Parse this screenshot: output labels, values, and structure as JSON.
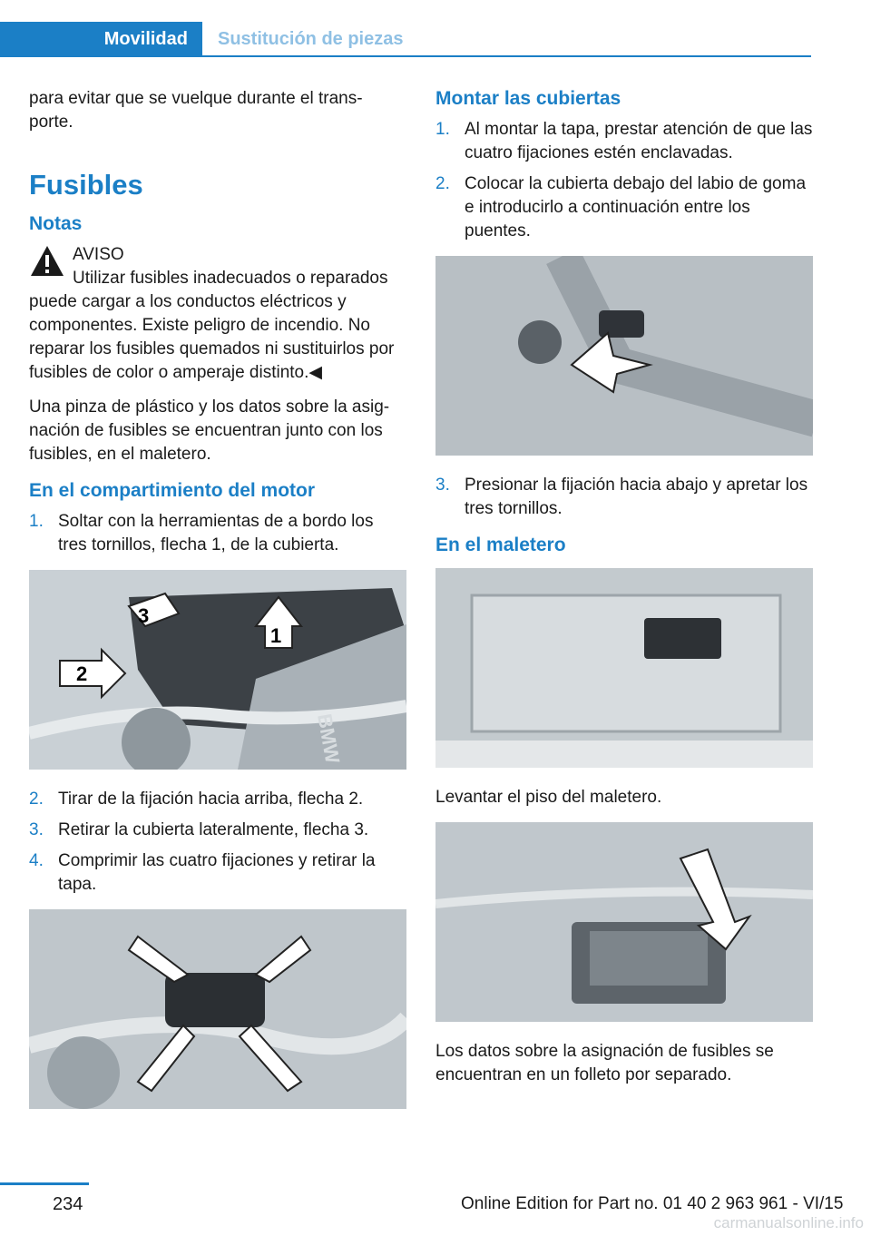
{
  "header": {
    "section": "Movilidad",
    "subsection": "Sustitución de piezas"
  },
  "left": {
    "intro": "para evitar que se vuelque durante el trans- porte.",
    "title": "Fusibles",
    "notes_heading": "Notas",
    "warning_label": "AVISO",
    "warning_text": "Utilizar fusibles inadecuados o reparados puede cargar a los conductos eléctricos y componentes. Existe peligro de incendio. No reparar los fusibles quemados ni sustituirlos por fusibles de color o amperaje distinto.◀",
    "clip_text": "Una pinza de plástico y los datos sobre la asig- nación de fusibles se encuentran junto con los fusibles, en el maletero.",
    "engine_heading": "En el compartimiento del motor",
    "steps_a": [
      {
        "n": "1.",
        "text": "Soltar con la herramientas de a bordo los tres tornillos, flecha 1, de la cubierta."
      }
    ],
    "steps_b": [
      {
        "n": "2.",
        "text": "Tirar de la fijación hacia arriba, flecha 2."
      },
      {
        "n": "3.",
        "text": "Retirar la cubierta lateralmente, flecha 3."
      },
      {
        "n": "4.",
        "text": "Comprimir las cuatro fijaciones y retirar la tapa."
      }
    ],
    "photo1_labels": [
      "3",
      "1",
      "2"
    ],
    "photo1_logo": "BMW"
  },
  "right": {
    "mount_heading": "Montar las cubiertas",
    "steps_a": [
      {
        "n": "1.",
        "text": "Al montar la tapa, prestar atención de que las cuatro fijaciones estén enclavadas."
      },
      {
        "n": "2.",
        "text": "Colocar la cubierta debajo del labio de goma e introducirlo a continuación entre los puentes."
      }
    ],
    "steps_b": [
      {
        "n": "3.",
        "text": "Presionar la fijación hacia abajo y apretar los tres tornillos."
      }
    ],
    "trunk_heading": "En el maletero",
    "lift_text": "Levantar el piso del maletero.",
    "final_text": "Los datos sobre la asignación de fusibles se encuentran en un folleto por separado."
  },
  "footer": {
    "page": "234",
    "edition": "Online Edition for Part no. 01 40 2 963 961 - VI/15",
    "watermark": "carmanualsonline.info"
  },
  "colors": {
    "accent": "#1b7fc6",
    "accent_light": "#8fc0e4"
  }
}
